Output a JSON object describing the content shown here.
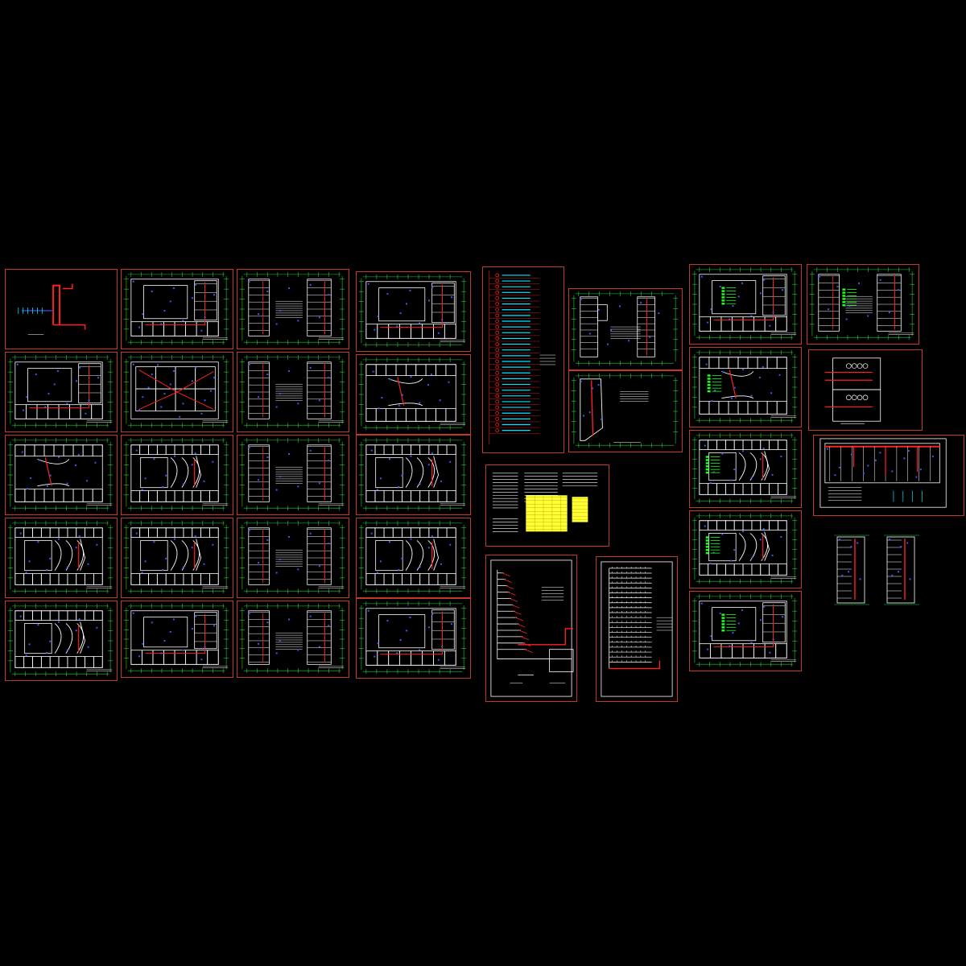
{
  "canvas": {
    "background": "#000000"
  },
  "colors": {
    "frame": "#c0392b",
    "wall": "#ffffff",
    "grid": "#2ecc40",
    "pipe": "#ff2020",
    "equipment": "#3a5bff",
    "note": "#00e5ff",
    "table": "#ffff33",
    "legend": "#22ff22"
  },
  "layout": {
    "type": "cad-drawing-set",
    "sheet_count": 43,
    "groups": [
      {
        "id": "group-a",
        "kind": "building-floor-plans"
      },
      {
        "id": "group-b",
        "kind": "narrow-wing-plans"
      },
      {
        "id": "group-c",
        "kind": "auditorium-plans"
      },
      {
        "id": "group-d",
        "kind": "schedules-and-riser-diagrams"
      },
      {
        "id": "group-e",
        "kind": "plans-with-legends"
      }
    ]
  },
  "sheets": []
}
